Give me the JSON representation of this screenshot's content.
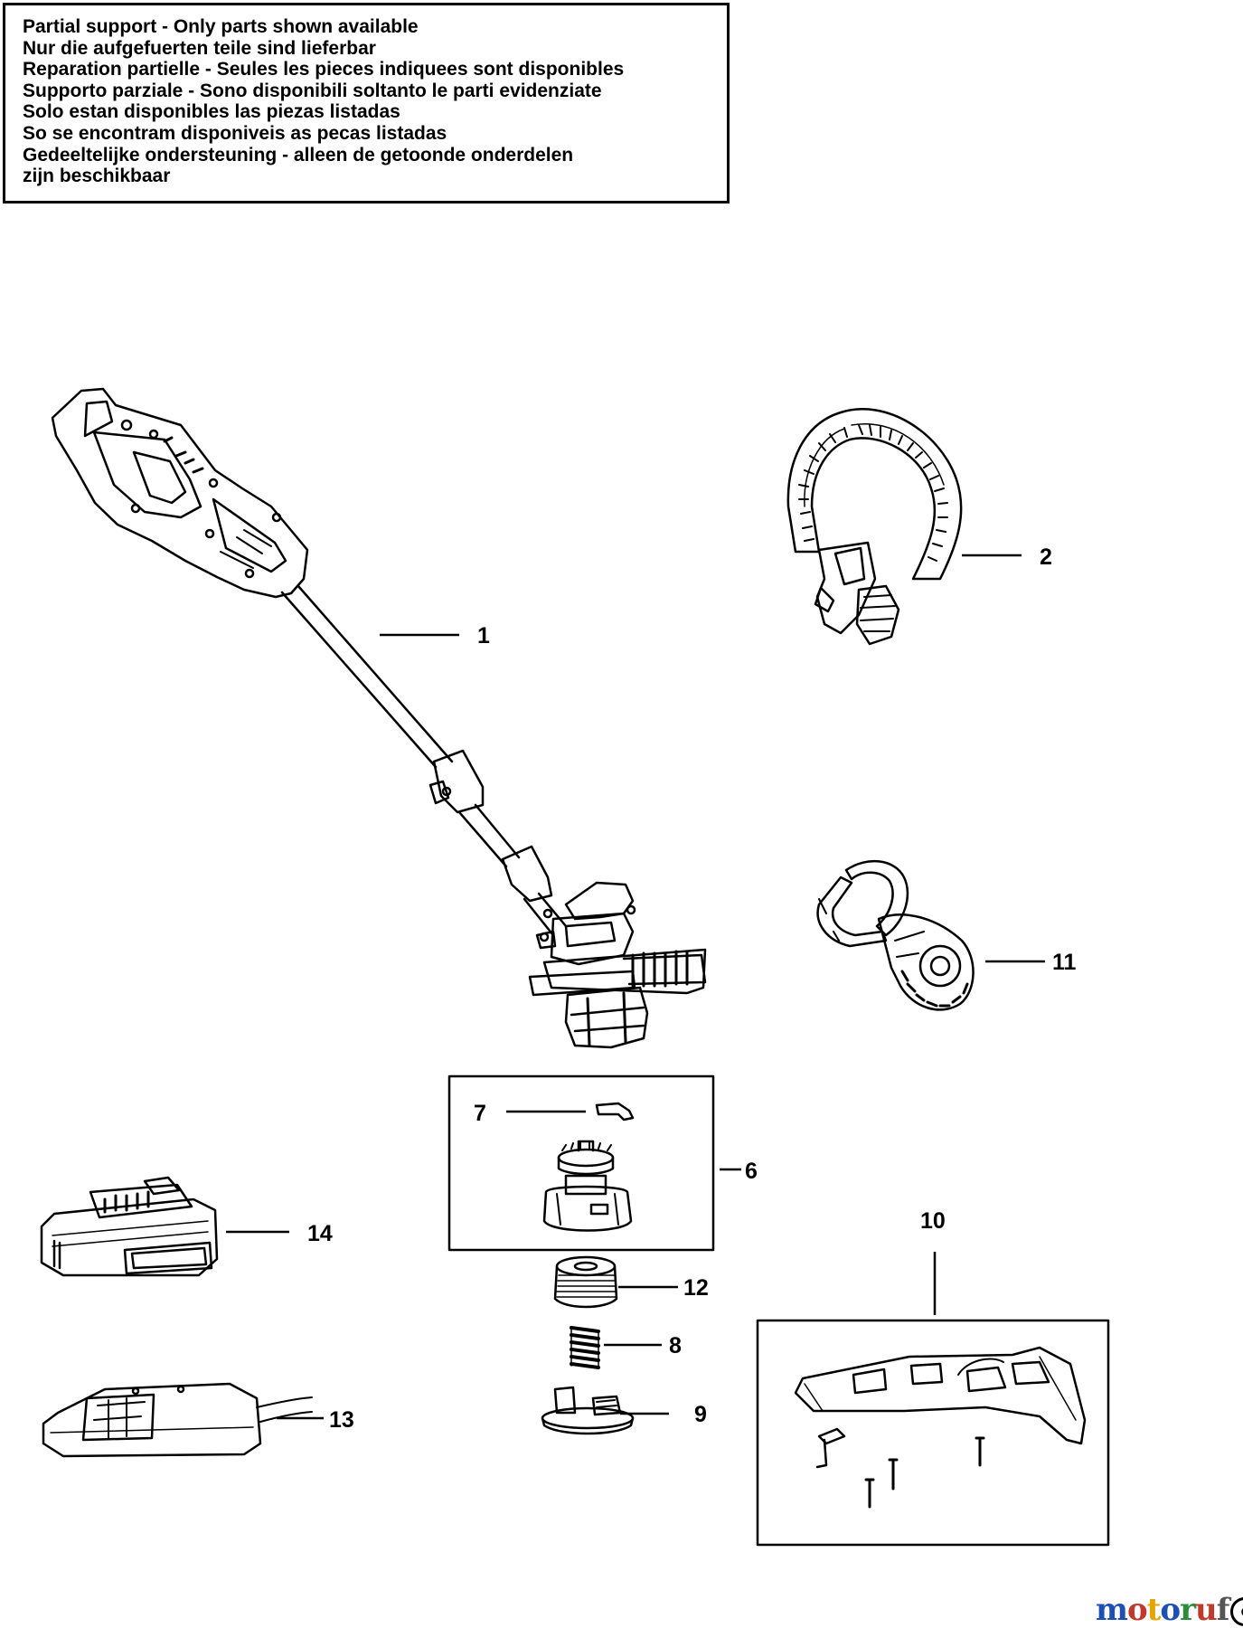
{
  "notice": {
    "lines": [
      "Partial support - Only parts shown available",
      "Nur die aufgefuerten teile sind lieferbar",
      "Reparation partielle - Seules les pieces indiquees sont disponibles",
      "Supporto parziale - Sono disponibili soltanto le parti evidenziate",
      "Solo estan disponibles las piezas listadas",
      "So se encontram disponiveis as pecas listadas",
      "Gedeeltelijke ondersteuning - alleen de getoonde onderdelen",
      "zijn beschikbaar"
    ]
  },
  "callouts": {
    "p1": "1",
    "p2": "2",
    "p6": "6",
    "p7": "7",
    "p8": "8",
    "p9": "9",
    "p10": "10",
    "p11": "11",
    "p12": "12",
    "p13": "13",
    "p14": "14"
  },
  "watermark": {
    "text": "motoruf",
    "symbol": "c"
  },
  "colors": {
    "ink": "#000000",
    "watermark_letters": [
      "#1d4fb5",
      "#c0392b",
      "#e6a400",
      "#1d4fb5",
      "#2e8b3d",
      "#c0392b",
      "#555555"
    ]
  }
}
